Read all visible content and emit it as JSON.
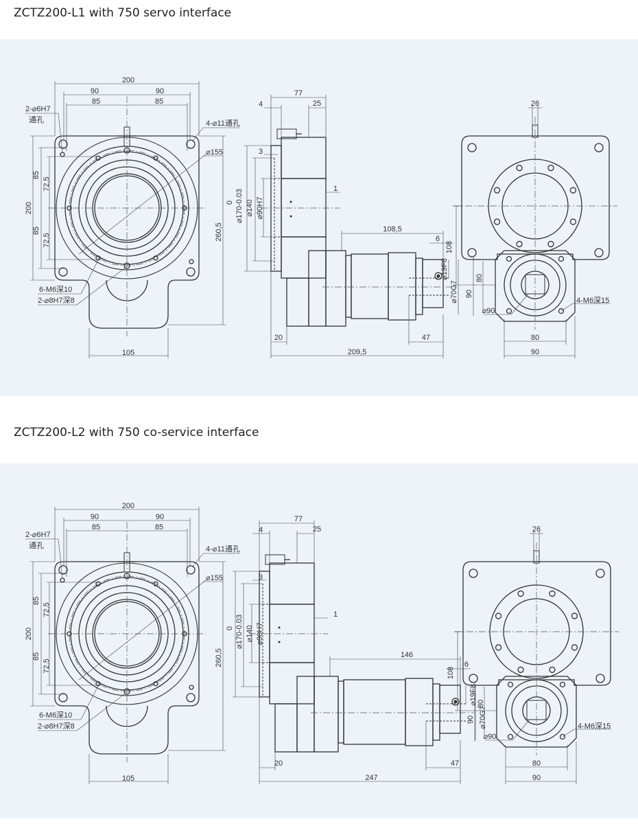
{
  "panels": [
    {
      "title": "ZCTZ200-L1 with 750 servo interface",
      "front": {
        "labels": [
          "200",
          "90",
          "90",
          "85",
          "85",
          "2-⌀6H7",
          "通孔",
          "4-⌀11通孔",
          "⌀155",
          "200",
          "85",
          "72,5",
          "85",
          "72,5",
          "260,5",
          "6-M6深10",
          "2-⌀8H7深8",
          "105"
        ]
      },
      "side": {
        "labels": [
          "77",
          "4",
          "25",
          "3",
          "1",
          "0",
          "⌀170-0.03",
          "⌀140",
          "⌀90H7",
          "108,5",
          "6",
          "⌀19F8",
          "⌀70G7",
          "20",
          "47",
          "209,5"
        ]
      },
      "right": {
        "labels": [
          "26",
          "108",
          "90",
          "80",
          "⌀90",
          "4-M6深15",
          "80",
          "90"
        ]
      }
    },
    {
      "title": "ZCTZ200-L2 with 750 co-service interface",
      "front": {
        "labels": [
          "200",
          "90",
          "90",
          "85",
          "85",
          "2-⌀6H7",
          "通孔",
          "4-⌀11通孔",
          "⌀155",
          "200",
          "85",
          "72,5",
          "85",
          "72,5",
          "260,5",
          "6-M6深10",
          "2-⌀8H7深8",
          "105"
        ]
      },
      "side": {
        "labels": [
          "77",
          "4",
          "25",
          "3",
          "1",
          "0",
          "⌀170-0.03",
          "⌀140",
          "⌀90H7",
          "146",
          "6",
          "⌀19F8",
          "⌀70G7",
          "20",
          "47",
          "247"
        ]
      },
      "right": {
        "labels": [
          "26",
          "108",
          "90",
          "80",
          "⌀90",
          "4-M6深15",
          "80",
          "90"
        ]
      }
    }
  ],
  "colors": {
    "panel_bg": "#edf3f9",
    "line": "#333333"
  }
}
